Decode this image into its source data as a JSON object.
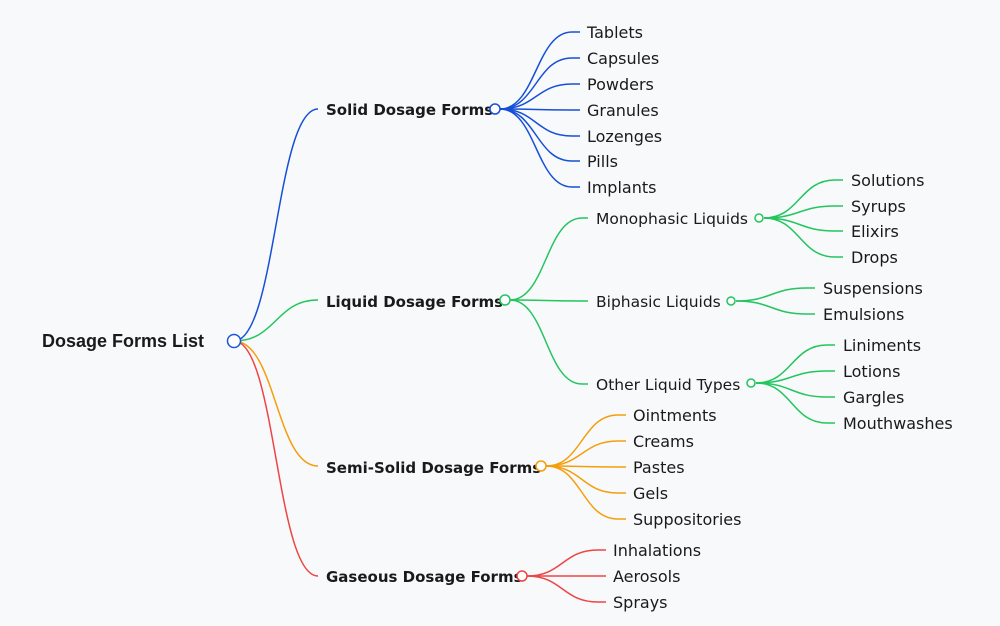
{
  "root": {
    "label": "Dosage Forms List"
  },
  "colors": {
    "root": "#1a56db",
    "solid": "#1550d6",
    "liquid": "#22c55e",
    "semisolid": "#f59e0b",
    "gaseous": "#ef4444"
  },
  "branches": [
    {
      "label": "Solid Dosage Forms",
      "color": "solid",
      "children": [
        "Tablets",
        "Capsules",
        "Powders",
        "Granules",
        "Lozenges",
        "Pills",
        "Implants"
      ]
    },
    {
      "label": "Liquid Dosage Forms",
      "color": "liquid",
      "groups": [
        {
          "label": "Monophasic Liquids",
          "children": [
            "Solutions",
            "Syrups",
            "Elixirs",
            "Drops"
          ]
        },
        {
          "label": "Biphasic Liquids",
          "children": [
            "Suspensions",
            "Emulsions"
          ]
        },
        {
          "label": "Other Liquid Types",
          "children": [
            "Liniments",
            "Lotions",
            "Gargles",
            "Mouthwashes"
          ]
        }
      ]
    },
    {
      "label": "Semi-Solid Dosage Forms",
      "color": "semisolid",
      "children": [
        "Ointments",
        "Creams",
        "Pastes",
        "Gels",
        "Suppositories"
      ]
    },
    {
      "label": "Gaseous Dosage Forms",
      "color": "gaseous",
      "children": [
        "Inhalations",
        "Aerosols",
        "Sprays"
      ]
    }
  ]
}
